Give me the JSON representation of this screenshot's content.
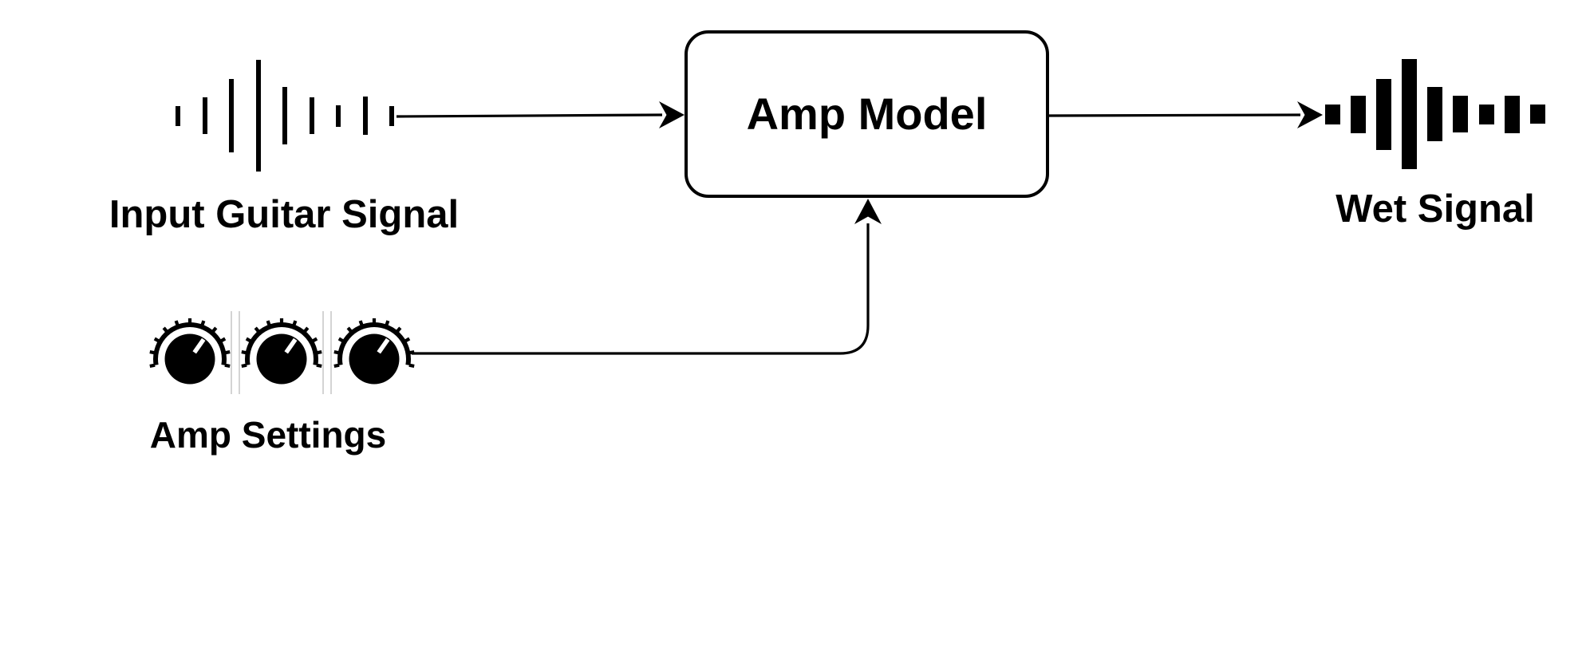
{
  "diagram": {
    "background_color": "#ffffff",
    "line_color": "#000000",
    "separator_color": "#d4d4d4",
    "nodes": {
      "input_signal": {
        "label": "Input Guitar Signal",
        "icon": "waveform-thin-icon"
      },
      "amp_model": {
        "label": "Amp Model",
        "shape": "rounded-rectangle"
      },
      "wet_signal": {
        "label": "Wet Signal",
        "icon": "waveform-bold-icon"
      },
      "amp_settings": {
        "label": "Amp Settings",
        "icon": "knob-icon",
        "knob_count": 3
      }
    },
    "edges": [
      {
        "from": "input_signal",
        "to": "amp_model",
        "style": "straight-arrow"
      },
      {
        "from": "amp_model",
        "to": "wet_signal",
        "style": "straight-arrow"
      },
      {
        "from": "amp_settings",
        "to": "amp_model",
        "style": "elbow-arrow-up"
      }
    ],
    "icons": {
      "input_waveform_bar_heights": [
        25,
        46,
        92,
        140,
        72,
        46,
        27,
        48,
        25
      ],
      "wet_waveform_bar_heights": [
        25,
        47,
        89,
        138,
        68,
        46,
        25,
        47,
        24
      ],
      "knob_pointer_angle_deg": 35,
      "knob_tick_count": 11
    }
  }
}
